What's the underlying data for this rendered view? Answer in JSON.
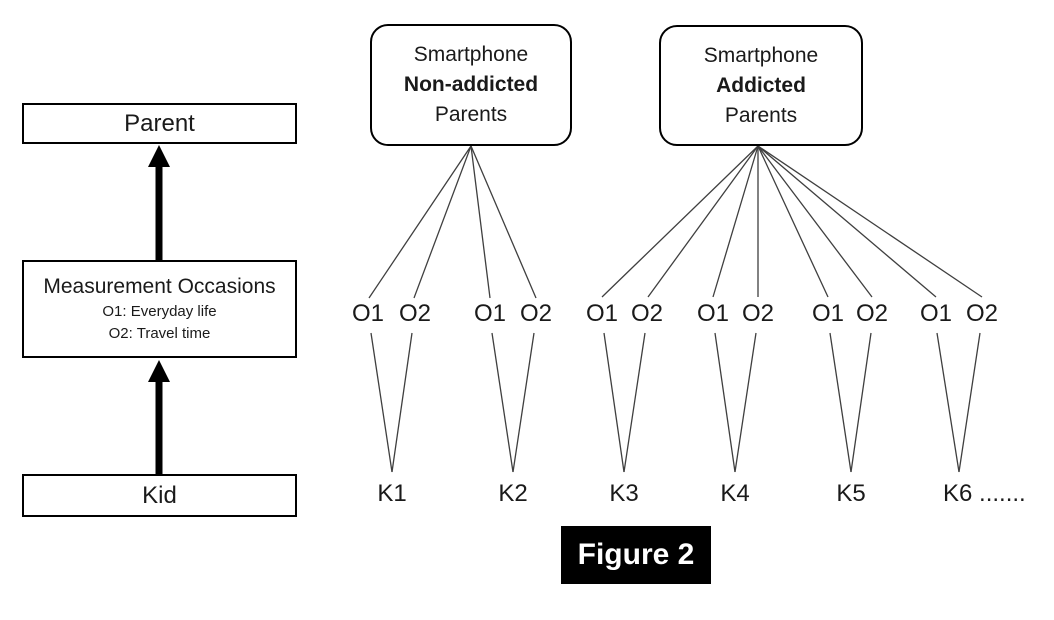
{
  "figure_label": "Figure 2",
  "left_panel": {
    "parent_label": "Parent",
    "measurement": {
      "title": "Measurement Occasions",
      "o1_desc": "O1: Everyday life",
      "o2_desc": "O2: Travel time"
    },
    "kid_label": "Kid"
  },
  "groups": [
    {
      "lines": [
        "Smartphone",
        "Non-addicted",
        "Parents"
      ]
    },
    {
      "lines": [
        "Smartphone",
        "Addicted",
        "Parents"
      ]
    }
  ],
  "occasion_labels": {
    "o1": "O1",
    "o2": "O2"
  },
  "kids": [
    "K1",
    "K2",
    "K3",
    "K4",
    "K5",
    "K6 ......."
  ],
  "colors": {
    "background": "#ffffff",
    "box_border": "#000000",
    "connector_line": "#3f3f3f",
    "arrow": "#000000",
    "figure_bg": "#000000",
    "figure_text": "#ffffff"
  }
}
